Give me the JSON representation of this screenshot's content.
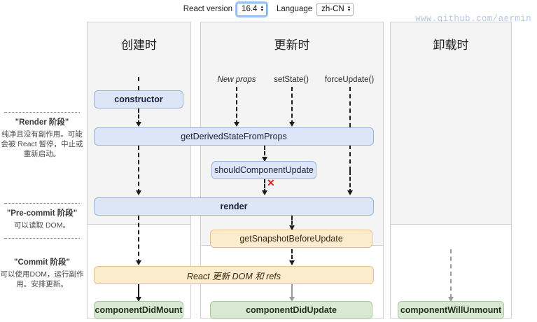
{
  "toolbar": {
    "react_version_label": "React version",
    "react_version_value": "16.4",
    "language_label": "Language",
    "language_value": "zh-CN"
  },
  "watermark": "www.github.com/aermin",
  "columns": [
    {
      "key": "mounting",
      "title": "创建时"
    },
    {
      "key": "updating",
      "title": "更新时"
    },
    {
      "key": "unmounting",
      "title": "卸载时"
    }
  ],
  "phases": [
    {
      "key": "render",
      "title": "\"Render 阶段\"",
      "desc": "纯净且没有副作用。可能会被 React 暂停，中止或重新启动。"
    },
    {
      "key": "pre-commit",
      "title": "\"Pre-commit 阶段\"",
      "desc": "可以读取 DOM。"
    },
    {
      "key": "commit",
      "title": "\"Commit 阶段\"",
      "desc": "可以使用DOM，运行副作用。安排更新。"
    }
  ],
  "triggers": [
    {
      "key": "new-props",
      "label": "New props"
    },
    {
      "key": "set-state",
      "label": "setState()"
    },
    {
      "key": "force-update",
      "label": "forceUpdate()"
    }
  ],
  "nodes": [
    {
      "key": "constructor",
      "label": "constructor"
    },
    {
      "key": "get-derived-state",
      "label": "getDerivedStateFromProps"
    },
    {
      "key": "should-component-update",
      "label": "shouldComponentUpdate"
    },
    {
      "key": "render",
      "label": "render"
    },
    {
      "key": "get-snapshot",
      "label": "getSnapshotBeforeUpdate"
    },
    {
      "key": "react-updates-dom",
      "label": "React 更新 DOM 和 refs"
    },
    {
      "key": "component-did-mount",
      "label": "componentDidMount"
    },
    {
      "key": "component-did-update",
      "label": "componentDidUpdate"
    },
    {
      "key": "component-will-unmount",
      "label": "componentWillUnmount"
    }
  ],
  "markers": {
    "skip_x": "✕"
  },
  "colors": {
    "render_phase": "#dce6f7",
    "pre_commit_phase": "#fbeccd",
    "commit_phase": "#d9e8d3",
    "skip_marker": "#e02020",
    "watermark": "#b8c6e8"
  }
}
